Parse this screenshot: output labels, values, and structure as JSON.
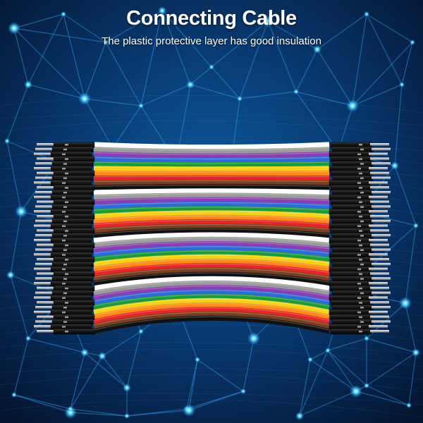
{
  "header": {
    "title": "Connecting Cable",
    "subtitle": "The plastic protective layer has good insulation"
  },
  "colors": {
    "background_dark": "#03112a",
    "background_light": "#0b4a86",
    "network_line": "#2a9be8",
    "network_node": "#5fe3ff",
    "housing": "#161616",
    "pin": "#c9ccd0"
  },
  "product": {
    "wire_colors": [
      "#ffffff",
      "#9b9b9b",
      "#8a3fb0",
      "#2e6bd8",
      "#1f9a3a",
      "#f2d21b",
      "#ff8a1a",
      "#e32626",
      "#7a3f1f",
      "#111111"
    ],
    "wire_count": 40
  }
}
